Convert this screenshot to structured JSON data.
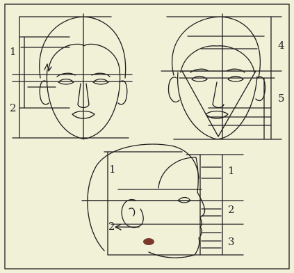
{
  "colors": {
    "paper": "#f1f1d8",
    "ink": "#1e1e1e",
    "mark": "#7a3a2a"
  },
  "front_face": {
    "labels": [
      "1",
      "2"
    ]
  },
  "three_quarter_face": {
    "labels": [
      "4",
      "5"
    ]
  },
  "profile": {
    "left_labels": [
      "1",
      "2"
    ],
    "right_labels": [
      "1",
      "2",
      "3"
    ]
  }
}
